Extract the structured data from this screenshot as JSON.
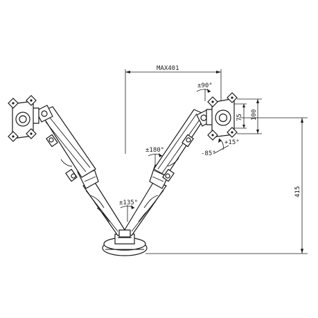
{
  "diagram": {
    "labels": {
      "max_reach": "MAX401",
      "tilt": "±90°",
      "height_100": "100",
      "height_75": "75",
      "tilt_up": "+15°",
      "tilt_down": "-85°",
      "swivel_forearm": "±180°",
      "swivel_base": "±135°",
      "total_height": "415"
    },
    "colors": {
      "stroke": "#1a1a1a",
      "background": "#ffffff"
    }
  }
}
